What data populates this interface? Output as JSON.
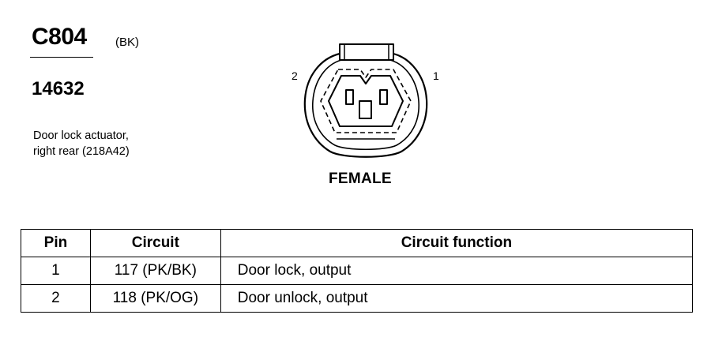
{
  "connector": {
    "id": "C804",
    "color_code": "(BK)",
    "part_number": "14632",
    "description_line1": "Door lock actuator,",
    "description_line2": "right rear (218A42)",
    "gender": "FEMALE",
    "pin_labels": {
      "left": "2",
      "right": "1"
    }
  },
  "table": {
    "headers": {
      "pin": "Pin",
      "circuit": "Circuit",
      "function": "Circuit function"
    },
    "rows": [
      {
        "pin": "1",
        "circuit": "117 (PK/BK)",
        "function": "Door lock, output"
      },
      {
        "pin": "2",
        "circuit": "118 (PK/OG)",
        "function": "Door unlock, output"
      }
    ]
  }
}
